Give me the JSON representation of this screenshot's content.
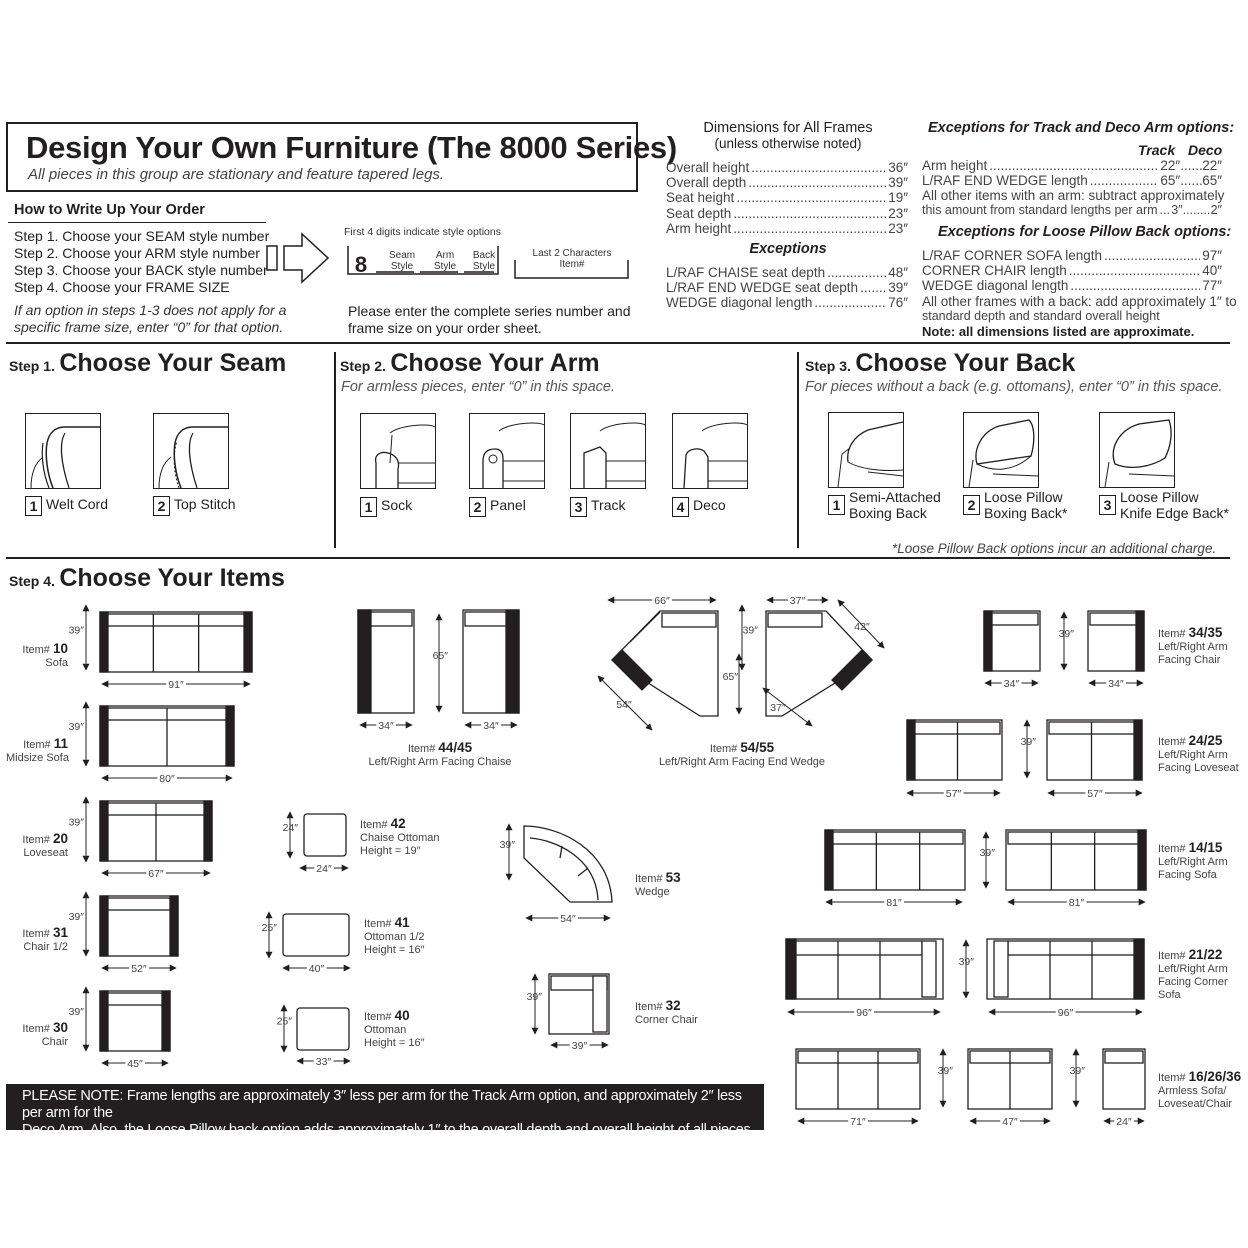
{
  "header": {
    "title": "Design Your Own Furniture (The 8000 Series)",
    "subtitle": "All pieces in this group are stationary and feature tapered legs."
  },
  "write_up": {
    "heading": "How to Write Up Your Order",
    "steps": [
      "Step 1. Choose your SEAM style number",
      "Step 2. Choose your ARM style number",
      "Step 3. Choose your BACK style number",
      "Step 4. Choose your FRAME SIZE"
    ],
    "note_line1": "If an option in steps 1-3 does not apply for a",
    "note_line2": "specific frame size, enter “0” for that option."
  },
  "style_code": {
    "first_digits_label": "First 4 digits indicate style options",
    "digit": "8",
    "seam_label_1": "Seam",
    "seam_label_2": "Style",
    "arm_label_1": "Arm",
    "arm_label_2": "Style",
    "back_label_1": "Back",
    "back_label_2": "Style",
    "last_label_1": "Last 2 Characters",
    "last_label_2": "Item#",
    "instruction_1": "Please enter the complete series number and",
    "instruction_2": "frame size on your order sheet."
  },
  "dimensions": {
    "heading": "Dimensions for All Frames",
    "subheading": "(unless otherwise noted)",
    "rows": [
      {
        "label": "Overall height",
        "value": "36″"
      },
      {
        "label": "Overall depth",
        "value": "39″"
      },
      {
        "label": "Seat height",
        "value": "19″"
      },
      {
        "label": "Seat depth",
        "value": "23″"
      },
      {
        "label": "Arm height",
        "value": "23″"
      }
    ],
    "exceptions_heading": "Exceptions",
    "exceptions": [
      {
        "label": "L/RAF CHAISE seat depth",
        "value": "48″"
      },
      {
        "label": "L/RAF END WEDGE seat depth",
        "value": "39″"
      },
      {
        "label": "WEDGE diagonal length",
        "value": "76″"
      }
    ]
  },
  "track_deco": {
    "heading": "Exceptions for Track and Deco Arm options:",
    "col_track": "Track",
    "col_deco": "Deco",
    "rows": [
      {
        "label": "Arm height",
        "track": "22″",
        "deco": "22″"
      },
      {
        "label": "L/RAF END WEDGE length",
        "track": "65″",
        "deco": "65″"
      }
    ],
    "other_line1": "All other items with an arm: subtract approximately",
    "other_line2": "this amount from standard lengths per arm",
    "other_track": "3″",
    "other_deco": "2″"
  },
  "loose_pillow": {
    "heading": "Exceptions for Loose Pillow Back options:",
    "rows": [
      {
        "label": "L/RAF CORNER SOFA length",
        "value": "97″"
      },
      {
        "label": "CORNER CHAIR length",
        "value": "40″"
      },
      {
        "label": "WEDGE diagonal length",
        "value": "77″"
      }
    ],
    "other_line1": "All other frames with a back: add approximately 1″ to",
    "other_line2": "standard depth and standard overall height",
    "note": "Note: all dimensions listed are approximate."
  },
  "step1": {
    "prefix": "Step 1.",
    "title": "Choose Your Seam",
    "options": [
      {
        "num": "1",
        "label": "Welt Cord"
      },
      {
        "num": "2",
        "label": "Top Stitch"
      }
    ]
  },
  "step2": {
    "prefix": "Step 2.",
    "title": "Choose Your Arm",
    "subtitle": "For armless pieces, enter “0” in this space.",
    "options": [
      {
        "num": "1",
        "label": "Sock"
      },
      {
        "num": "2",
        "label": "Panel"
      },
      {
        "num": "3",
        "label": "Track"
      },
      {
        "num": "4",
        "label": "Deco"
      }
    ]
  },
  "step3": {
    "prefix": "Step 3.",
    "title": "Choose Your Back",
    "subtitle": "For pieces without a back (e.g. ottomans), enter “0” in this space.",
    "options": [
      {
        "num": "1",
        "label1": "Semi-Attached",
        "label2": "Boxing Back"
      },
      {
        "num": "2",
        "label1": "Loose Pillow",
        "label2": "Boxing Back*"
      },
      {
        "num": "3",
        "label1": "Loose Pillow",
        "label2": "Knife Edge Back*"
      }
    ],
    "footnote": "*Loose Pillow Back options incur an additional charge."
  },
  "step4": {
    "prefix": "Step 4.",
    "title": "Choose Your Items",
    "item_prefix": "Item#",
    "items": [
      {
        "num": "10",
        "name": "Sofa",
        "depth": "39″",
        "width": "91″"
      },
      {
        "num": "11",
        "name": "Midsize Sofa",
        "depth": "39″",
        "width": "80″"
      },
      {
        "num": "20",
        "name": "Loveseat",
        "depth": "39″",
        "width": "67″"
      },
      {
        "num": "31",
        "name": "Chair 1/2",
        "depth": "39″",
        "width": "52″"
      },
      {
        "num": "30",
        "name": "Chair",
        "depth": "39″",
        "width": "45″"
      },
      {
        "num": "44/45",
        "name": "Left/Right Arm Facing Chaise",
        "depth": "65″",
        "width": "34″"
      },
      {
        "num": "42",
        "name1": "Chaise Ottoman",
        "name2": "Height = 19″",
        "depth": "24″",
        "width": "24″"
      },
      {
        "num": "41",
        "name1": "Ottoman 1/2",
        "name2": "Height = 16″",
        "depth": "25″",
        "width": "40″"
      },
      {
        "num": "40",
        "name1": "Ottoman",
        "name2": "Height = 16″",
        "depth": "25″",
        "width": "33″"
      },
      {
        "num": "54/55",
        "name": "Left/Right Arm Facing End Wedge",
        "w1": "66″",
        "w2": "37″",
        "d1": "39″",
        "d2": "65″",
        "diag1": "54″",
        "diag2": "37″",
        "diag3": "42″"
      },
      {
        "num": "53",
        "name": "Wedge",
        "depth": "39″",
        "width": "54″"
      },
      {
        "num": "32",
        "name": "Corner Chair",
        "depth": "39″",
        "width": "39″"
      },
      {
        "num": "34/35",
        "name1": "Left/Right Arm",
        "name2": "Facing Chair",
        "depth": "39″",
        "width": "34″"
      },
      {
        "num": "24/25",
        "name1": "Left/Right Arm",
        "name2": "Facing Loveseat",
        "depth": "39″",
        "width": "57″"
      },
      {
        "num": "14/15",
        "name1": "Left/Right Arm",
        "name2": "Facing Sofa",
        "depth": "39″",
        "width": "81″"
      },
      {
        "num": "21/22",
        "name1": "Left/Right Arm",
        "name2": "Facing Corner",
        "name3": "Sofa",
        "depth": "39″",
        "width": "96″"
      },
      {
        "num": "16/26/36",
        "name1": "Armless Sofa/",
        "name2": "Loveseat/Chair",
        "depth": "39″",
        "w_sofa": "71″",
        "w_love": "47″",
        "w_chair": "24″"
      }
    ]
  },
  "footer_note": {
    "line1": "PLEASE NOTE: Frame lengths are approximately 3″ less per arm for the Track Arm option, and approximately 2″ less per arm for the",
    "line2": "Deco Arm. Also, the Loose Pillow back option adds approximately 1″ to the overall depth and overall height of all pieces with a back."
  }
}
